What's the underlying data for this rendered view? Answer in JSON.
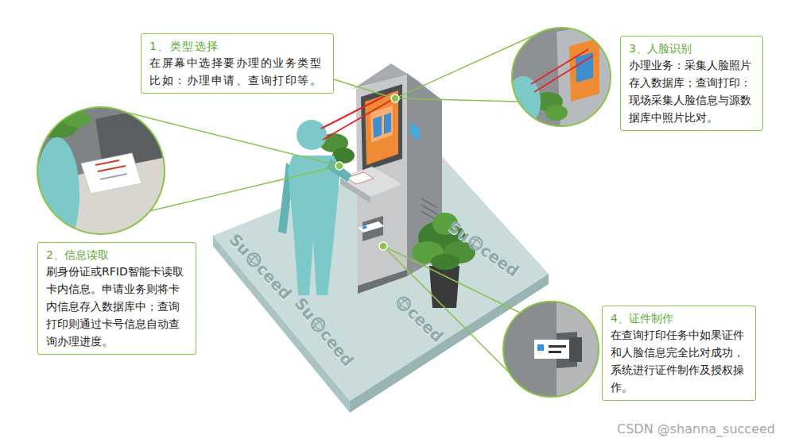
{
  "diagram": {
    "nodes": [
      {
        "text": [
          "1、类型选择",
          "在屏幕中选择要办理的业务类型比如：办理申请、查询打印等。"
        ]
      },
      {
        "text": [
          "2、信息读取",
          "刷身份证或RFID智能卡读取卡内信息。申请业务则将卡内信息存入数据库中；查询打印则通过卡号信息自动查询办理进度。"
        ]
      },
      {
        "text": [
          "3、人脸识别",
          "办理业务：采集人脸照片存入数据库；查询打印：现场采集人脸信息与源数据库中照片比对。"
        ]
      },
      {
        "text": [
          "4、证件制作",
          "在查询打印任务中如果证件和人脸信息完全比对成功，系统进行证件制作及授权操作。"
        ]
      }
    ],
    "labels": [
      "Su",
      "ceed",
      "Su",
      "ceed",
      "Su",
      "ceed",
      "ceed",
      "CSDN @shanna_succeed"
    ]
  }
}
